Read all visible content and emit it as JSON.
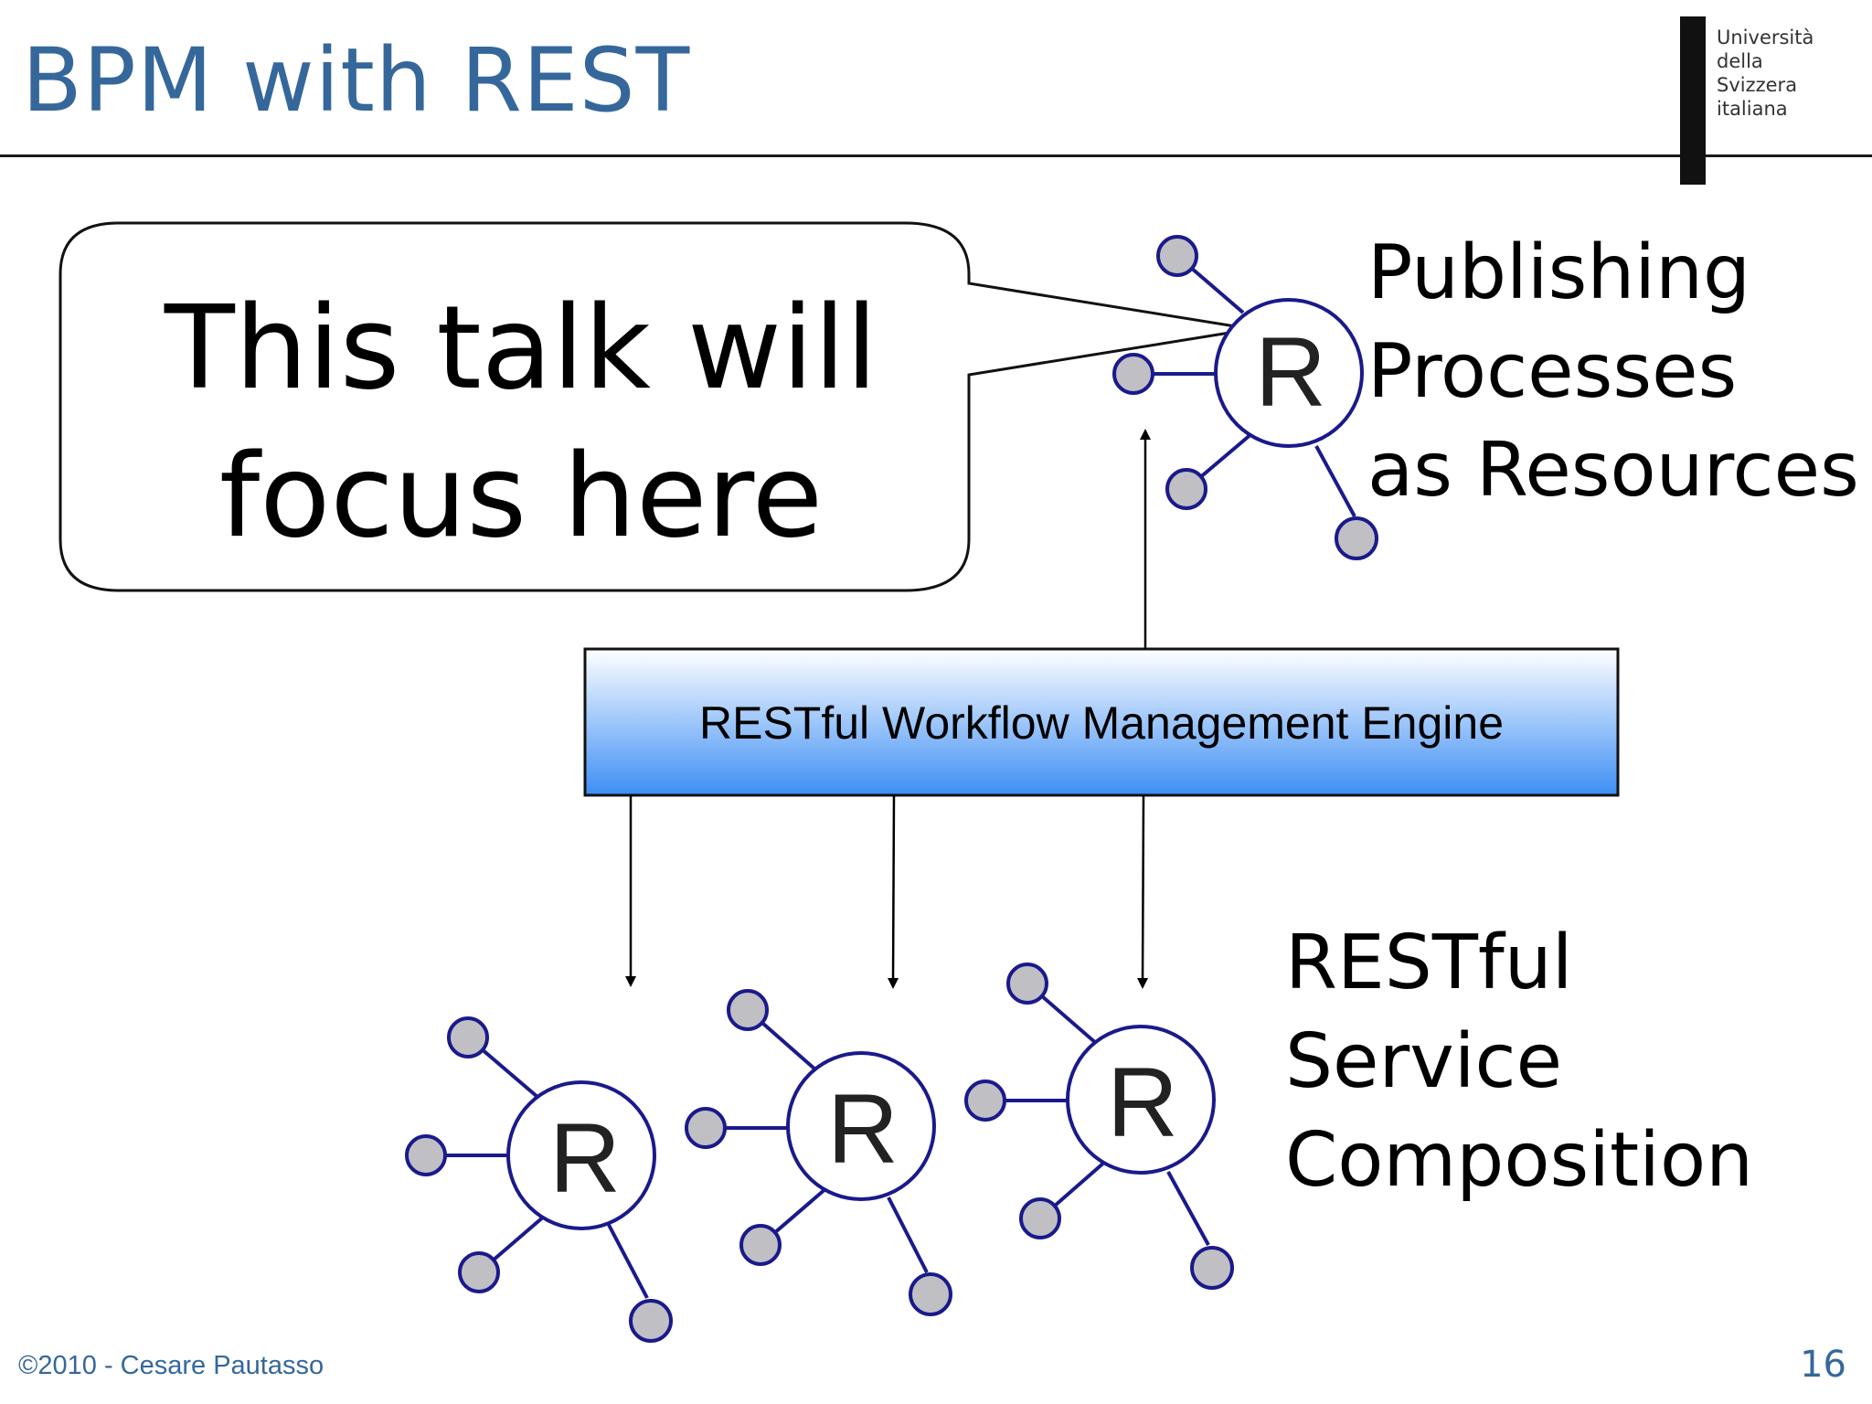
{
  "slide": {
    "title": "BPM with REST",
    "logo_lines": [
      "Università",
      "della",
      "Svizzera",
      "italiana"
    ],
    "footer": "©2010 - Cesare Pautasso",
    "page_number": "16"
  },
  "diagram": {
    "callout_lines": [
      "This talk will",
      "focus here"
    ],
    "engine_label": "RESTful Workflow Management Engine",
    "top_caption_lines": [
      "Publishing",
      "Processes",
      "as Resources"
    ],
    "bottom_caption_lines": [
      "RESTful",
      "Service",
      "Composition"
    ],
    "resource_letter": "R",
    "colors": {
      "title": "#35679b",
      "node_stroke": "#1a1a8c",
      "satellite_fill": "#c0c0c4",
      "engine_gradient_top": "#ffffff",
      "engine_gradient_bottom": "#3d8ef5"
    }
  }
}
